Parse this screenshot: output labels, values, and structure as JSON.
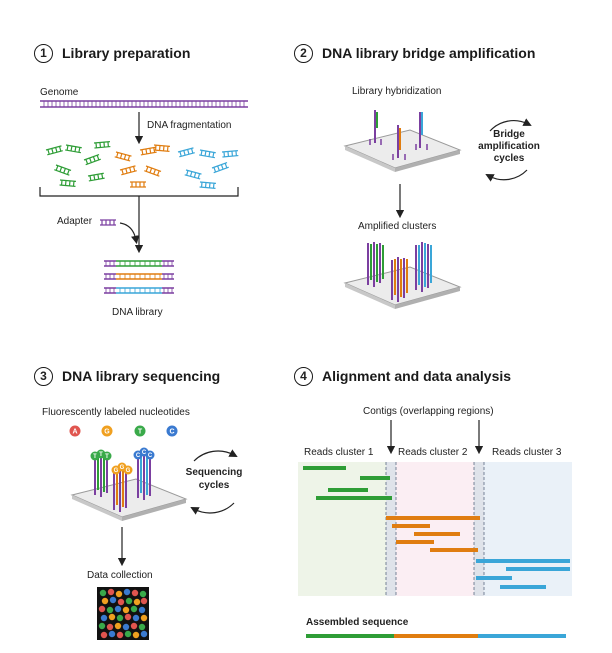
{
  "panels": {
    "p1": {
      "number": "1",
      "title": "Library preparation"
    },
    "p2": {
      "number": "2",
      "title": "DNA library bridge amplification"
    },
    "p3": {
      "number": "3",
      "title": "DNA library sequencing"
    },
    "p4": {
      "number": "4",
      "title": "Alignment and data analysis"
    }
  },
  "labels": {
    "genome": "Genome",
    "dna_fragmentation": "DNA fragmentation",
    "adapter": "Adapter",
    "dna_library": "DNA library",
    "library_hybridization": "Library hybridization",
    "bridge_cycles_1": "Bridge",
    "bridge_cycles_2": "amplification",
    "bridge_cycles_3": "cycles",
    "amplified_clusters": "Amplified clusters",
    "fluorescent_nucleotides": "Fluorescently labeled nucleotides",
    "nucleotide_A": "A",
    "nucleotide_G": "G",
    "nucleotide_T": "T",
    "nucleotide_C": "C",
    "sequencing_cycles_1": "Sequencing",
    "sequencing_cycles_2": "cycles",
    "data_collection": "Data collection",
    "contigs": "Contigs (overlapping regions)",
    "reads_cluster_1": "Reads cluster 1",
    "reads_cluster_2": "Reads cluster 2",
    "reads_cluster_3": "Reads cluster 3",
    "assembled_sequence": "Assembled sequence"
  },
  "colors": {
    "green": "#2e9d36",
    "orange": "#e07d10",
    "blue": "#3aa6d8",
    "purple": "#7b3fa0",
    "nuc_A": "#e0554f",
    "nuc_G": "#f0a020",
    "nuc_T": "#3aaa4a",
    "nuc_C": "#3a7ad0"
  }
}
